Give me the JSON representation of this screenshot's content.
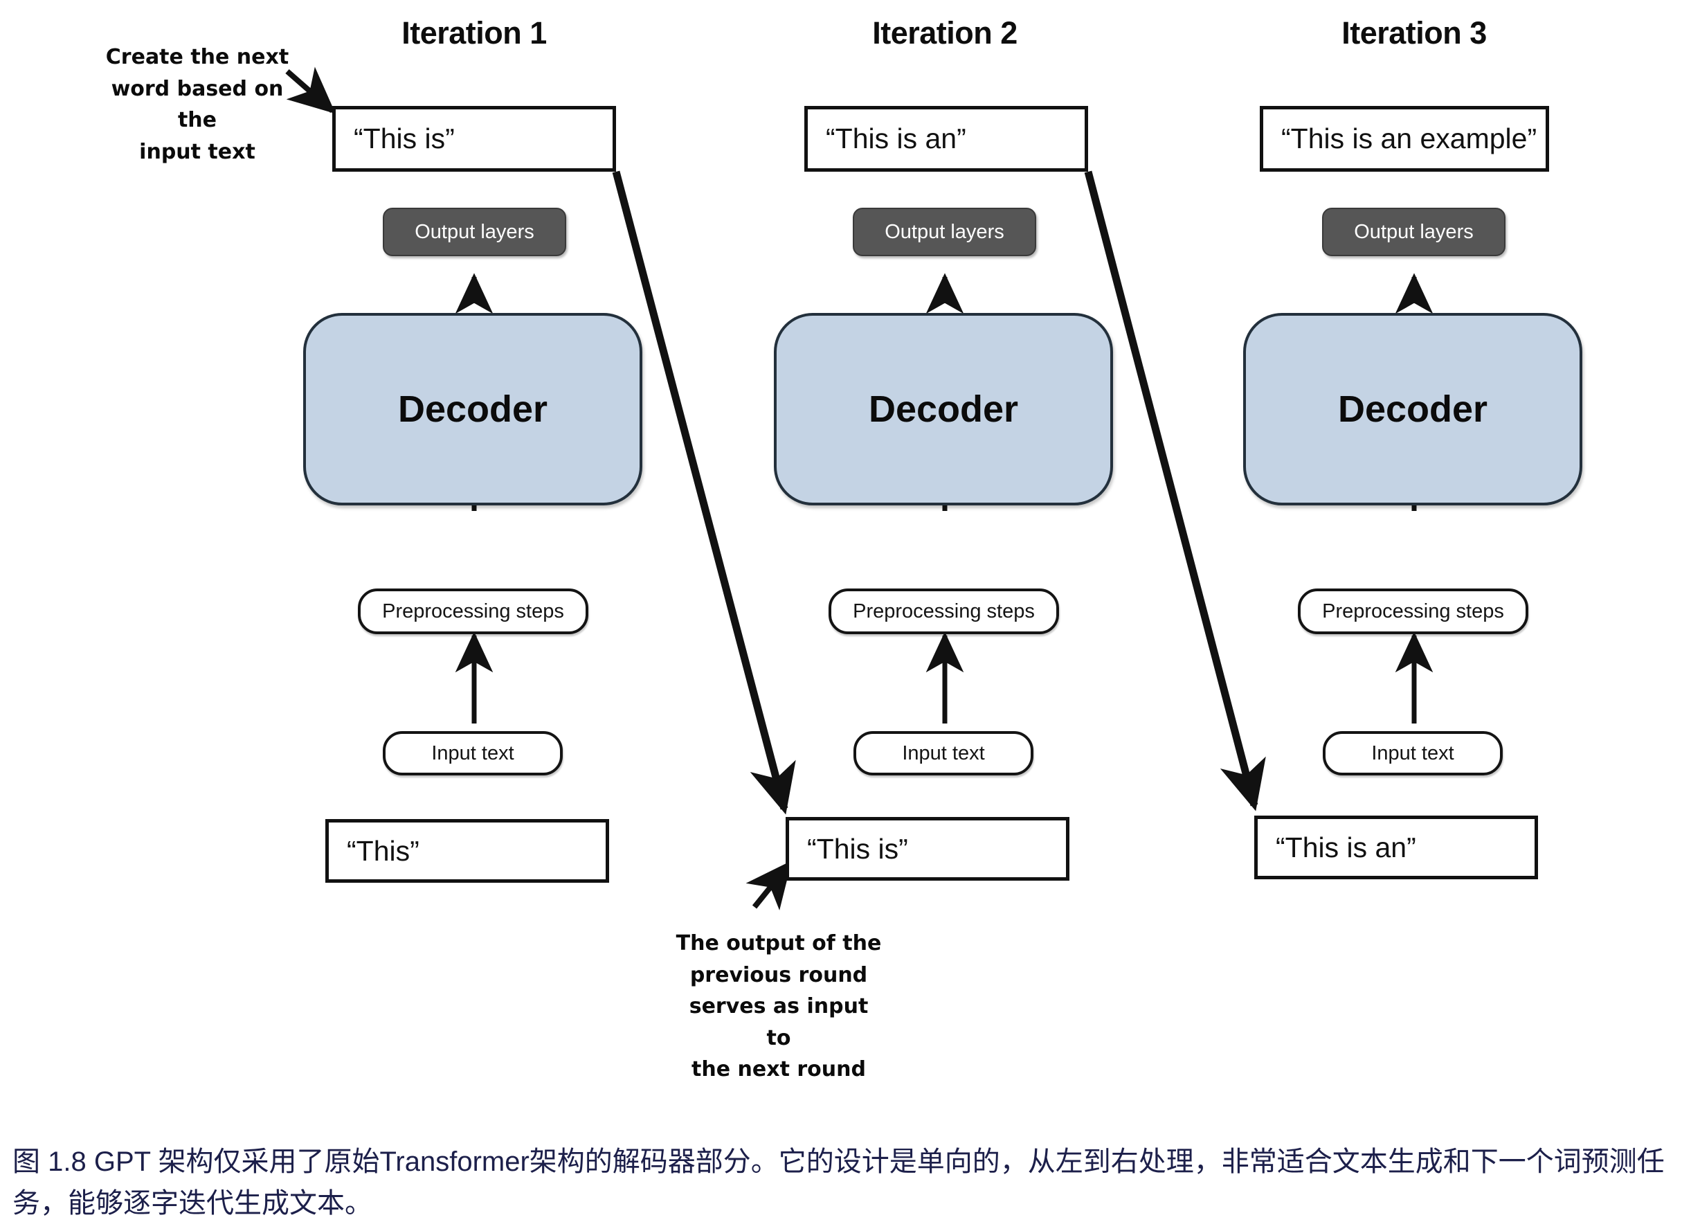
{
  "figure": {
    "columns": [
      {
        "title": "Iteration 1",
        "output_text": "“This is”",
        "output_layers_label": "Output layers",
        "decoder_label": "Decoder",
        "preprocessing_label": "Preprocessing steps",
        "input_label": "Input text",
        "input_text": "“This”"
      },
      {
        "title": "Iteration 2",
        "output_text": "“This is an”",
        "output_layers_label": "Output layers",
        "decoder_label": "Decoder",
        "preprocessing_label": "Preprocessing steps",
        "input_label": "Input text",
        "input_text": "“This is”"
      },
      {
        "title": "Iteration 3",
        "output_text": "“This is an example”",
        "output_layers_label": "Output layers",
        "decoder_label": "Decoder",
        "preprocessing_label": "Preprocessing steps",
        "input_label": "Input text",
        "input_text": "“This is an”"
      }
    ],
    "annotations": {
      "top_left": "Create the next\nword based on the\ninput text",
      "bottom_center": "The output of the\nprevious round\nserves as input to\nthe next round"
    },
    "caption": "图 1.8  GPT 架构仅采用了原始Transformer架构的解码器部分。它的设计是单向的，从左到右处理，非常适合文本生成和下一个词预测任务，能够逐字迭代生成文本。",
    "colors": {
      "decoder_fill": "#c4d3e4",
      "output_layers_fill": "#565656",
      "stroke": "#111111",
      "caption_color": "#1c1f4a"
    }
  }
}
